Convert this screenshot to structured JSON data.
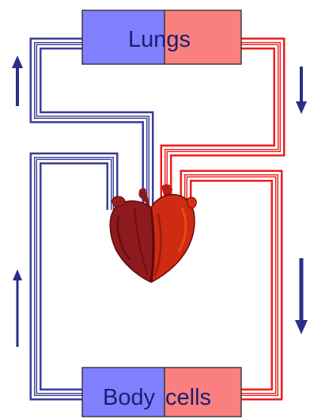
{
  "lungs": {
    "label": "Lungs"
  },
  "body_cells": {
    "label_left": "Body",
    "label_right": "cells"
  },
  "colors": {
    "deoxygenated": "#3a3f9a",
    "oxygenated": "#ee1e1e",
    "lungs_left_fill": "#8080ff",
    "lungs_right_fill": "#fa8080",
    "body_left_fill": "#8080ff",
    "body_right_fill": "#fa8080",
    "heart_dark": "#7a1218",
    "heart_mid": "#a31f1f",
    "heart_right": "#d8290f"
  },
  "arrows": [
    {
      "side": "left",
      "direction": "up",
      "color": "#2a2f8a"
    },
    {
      "side": "left",
      "direction": "up",
      "color": "#2a2f8a"
    },
    {
      "side": "right",
      "direction": "down",
      "color": "#2a2f8a"
    },
    {
      "side": "right",
      "direction": "down",
      "color": "#2a2f8a"
    }
  ],
  "icons": {
    "heart": "heart-icon"
  }
}
